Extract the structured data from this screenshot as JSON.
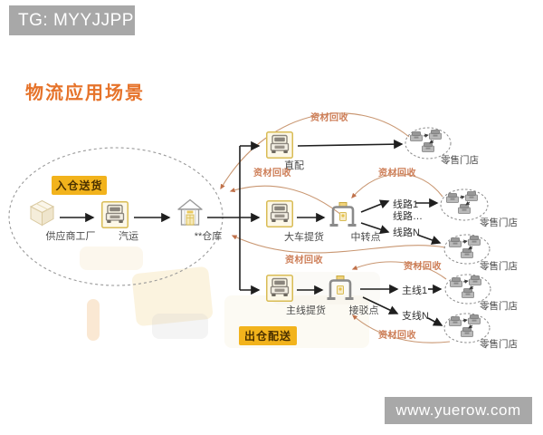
{
  "watermarks": {
    "header": "TG: MYYJJPP",
    "footer": "www.yuerow.com"
  },
  "title": "物流应用场景",
  "badges": {
    "inbound": "入仓送货",
    "outbound": "出仓配送"
  },
  "nodes": {
    "supplier": "供应商工厂",
    "truck_transport": "汽运",
    "warehouse": "**仓库",
    "direct_delivery": "直配",
    "big_truck_pickup": "大车提货",
    "transit_point": "中转点",
    "mainline_pickup": "主线提货",
    "shuttle_point": "接驳点"
  },
  "routes": {
    "line1": "线路1",
    "line_more": "线路…",
    "lineN": "线路N",
    "mainline1": "主线1",
    "branchN": "支线N"
  },
  "labels": {
    "retail_store": "零售门店",
    "material_recycle": "资材回收"
  },
  "colors": {
    "title_orange": "#E6732A",
    "badge_yellow": "#F2B31C",
    "badge_text": "#4A3000",
    "recycle_text": "#CD7D56",
    "recycle_curve": "#C99772",
    "arrow_black": "#1F1F1F",
    "watermark_gray": "#A8A8A8",
    "icon_yellow": "#E8C24A",
    "icon_gray": "#8A8A8A"
  }
}
